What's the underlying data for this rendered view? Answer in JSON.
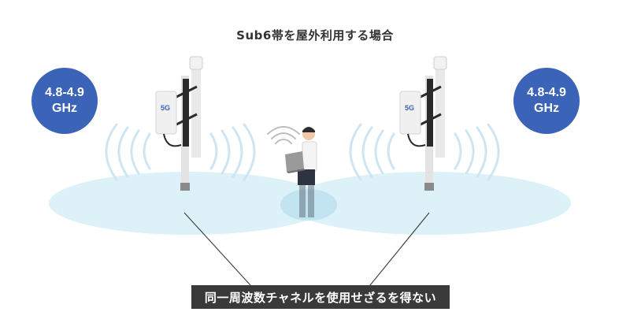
{
  "title": "Sub6帯を屋外利用する場合",
  "left_badge": {
    "line1": "4.8-4.9",
    "line2": "GHz"
  },
  "right_badge": {
    "line1": "4.8-4.9",
    "line2": "GHz"
  },
  "antenna_label": "5G",
  "caption": "同一周波数チャネルを使用せざるを得ない",
  "colors": {
    "badge": "#3b63b8",
    "coverage": "#d6eef7",
    "caption_bg": "#3a3a3a",
    "pole": "#dcdcdc",
    "antenna_bar": "#2b2b2b"
  }
}
